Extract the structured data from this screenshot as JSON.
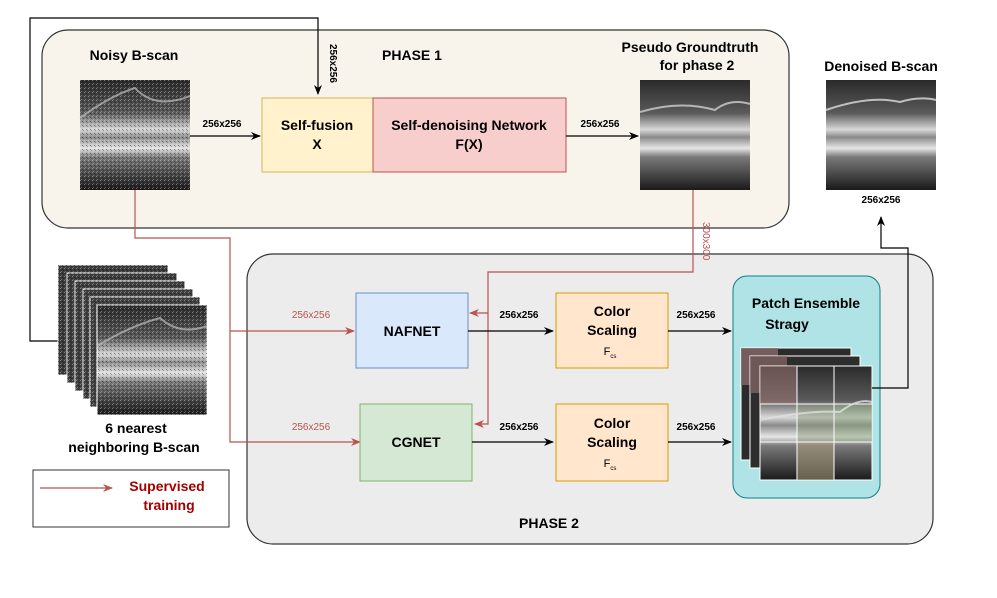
{
  "phase1": {
    "title": "PHASE 1",
    "noisy_label": "Noisy B-scan",
    "pseudo_label_line1": "Pseudo Groundtruth",
    "pseudo_label_line2": "for phase 2",
    "selffusion_line1": "Self-fusion",
    "selffusion_line2": "X",
    "selfdenoise_line1": "Self-denoising Network",
    "selfdenoise_line2": "F(X)",
    "dim_in": "256x256",
    "dim_out": "256x256",
    "dim_top": "256x256",
    "dim_pseudo_down": "300x300"
  },
  "denoised": {
    "label": "Denoised B-scan",
    "dim": "256x256"
  },
  "neighbors": {
    "label_line1": "6 nearest",
    "label_line2": "neighboring B-scan"
  },
  "phase2": {
    "title": "PHASE 2",
    "nafnet": "NAFNET",
    "cgnet": "CGNET",
    "color_scaling_line1": "Color",
    "color_scaling_line2": "Scaling",
    "fcs_main": "F",
    "fcs_sub": "cs",
    "patch_line1": "Patch Ensemble",
    "patch_line2": "Stragy",
    "dim_in_naf": "256x256",
    "dim_in_cg": "256x256",
    "dim_naf_out": "256x256",
    "dim_cg_out": "256x256",
    "dim_cs1_out": "256x256",
    "dim_cs2_out": "256x256"
  },
  "legend": {
    "line1": "Supervised",
    "line2": "training"
  },
  "colors": {
    "phase1_fill": "#f8f4ec",
    "phase2_fill": "#ececec",
    "selffusion_fill": "#fff2cc",
    "selfdenoise_fill": "#f8cecc",
    "nafnet_fill": "#dae8fc",
    "cgnet_fill": "#d5e8d4",
    "colorscaling_fill": "#ffe6cc",
    "patch_fill": "#b0e3e6",
    "supervised_red": "#b85450",
    "legend_text_red": "#a50000"
  }
}
